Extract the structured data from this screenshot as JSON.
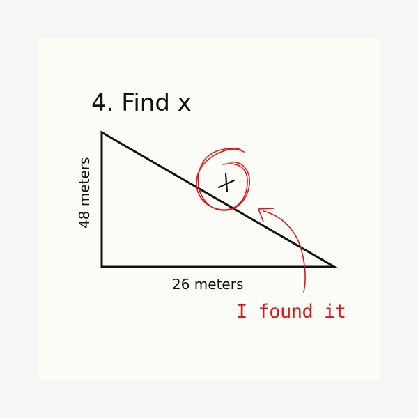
{
  "title": "4. Find x",
  "triangle": {
    "side_label": "48 meters",
    "bottom_label": "26 meters",
    "unknown_label": "x"
  },
  "annotation": {
    "text": "I found it",
    "color": "#e3121b"
  },
  "colors": {
    "background": "#f7f7f7",
    "paper": "#fdfdf8",
    "ink": "#111111",
    "marker": "#e3121b"
  }
}
